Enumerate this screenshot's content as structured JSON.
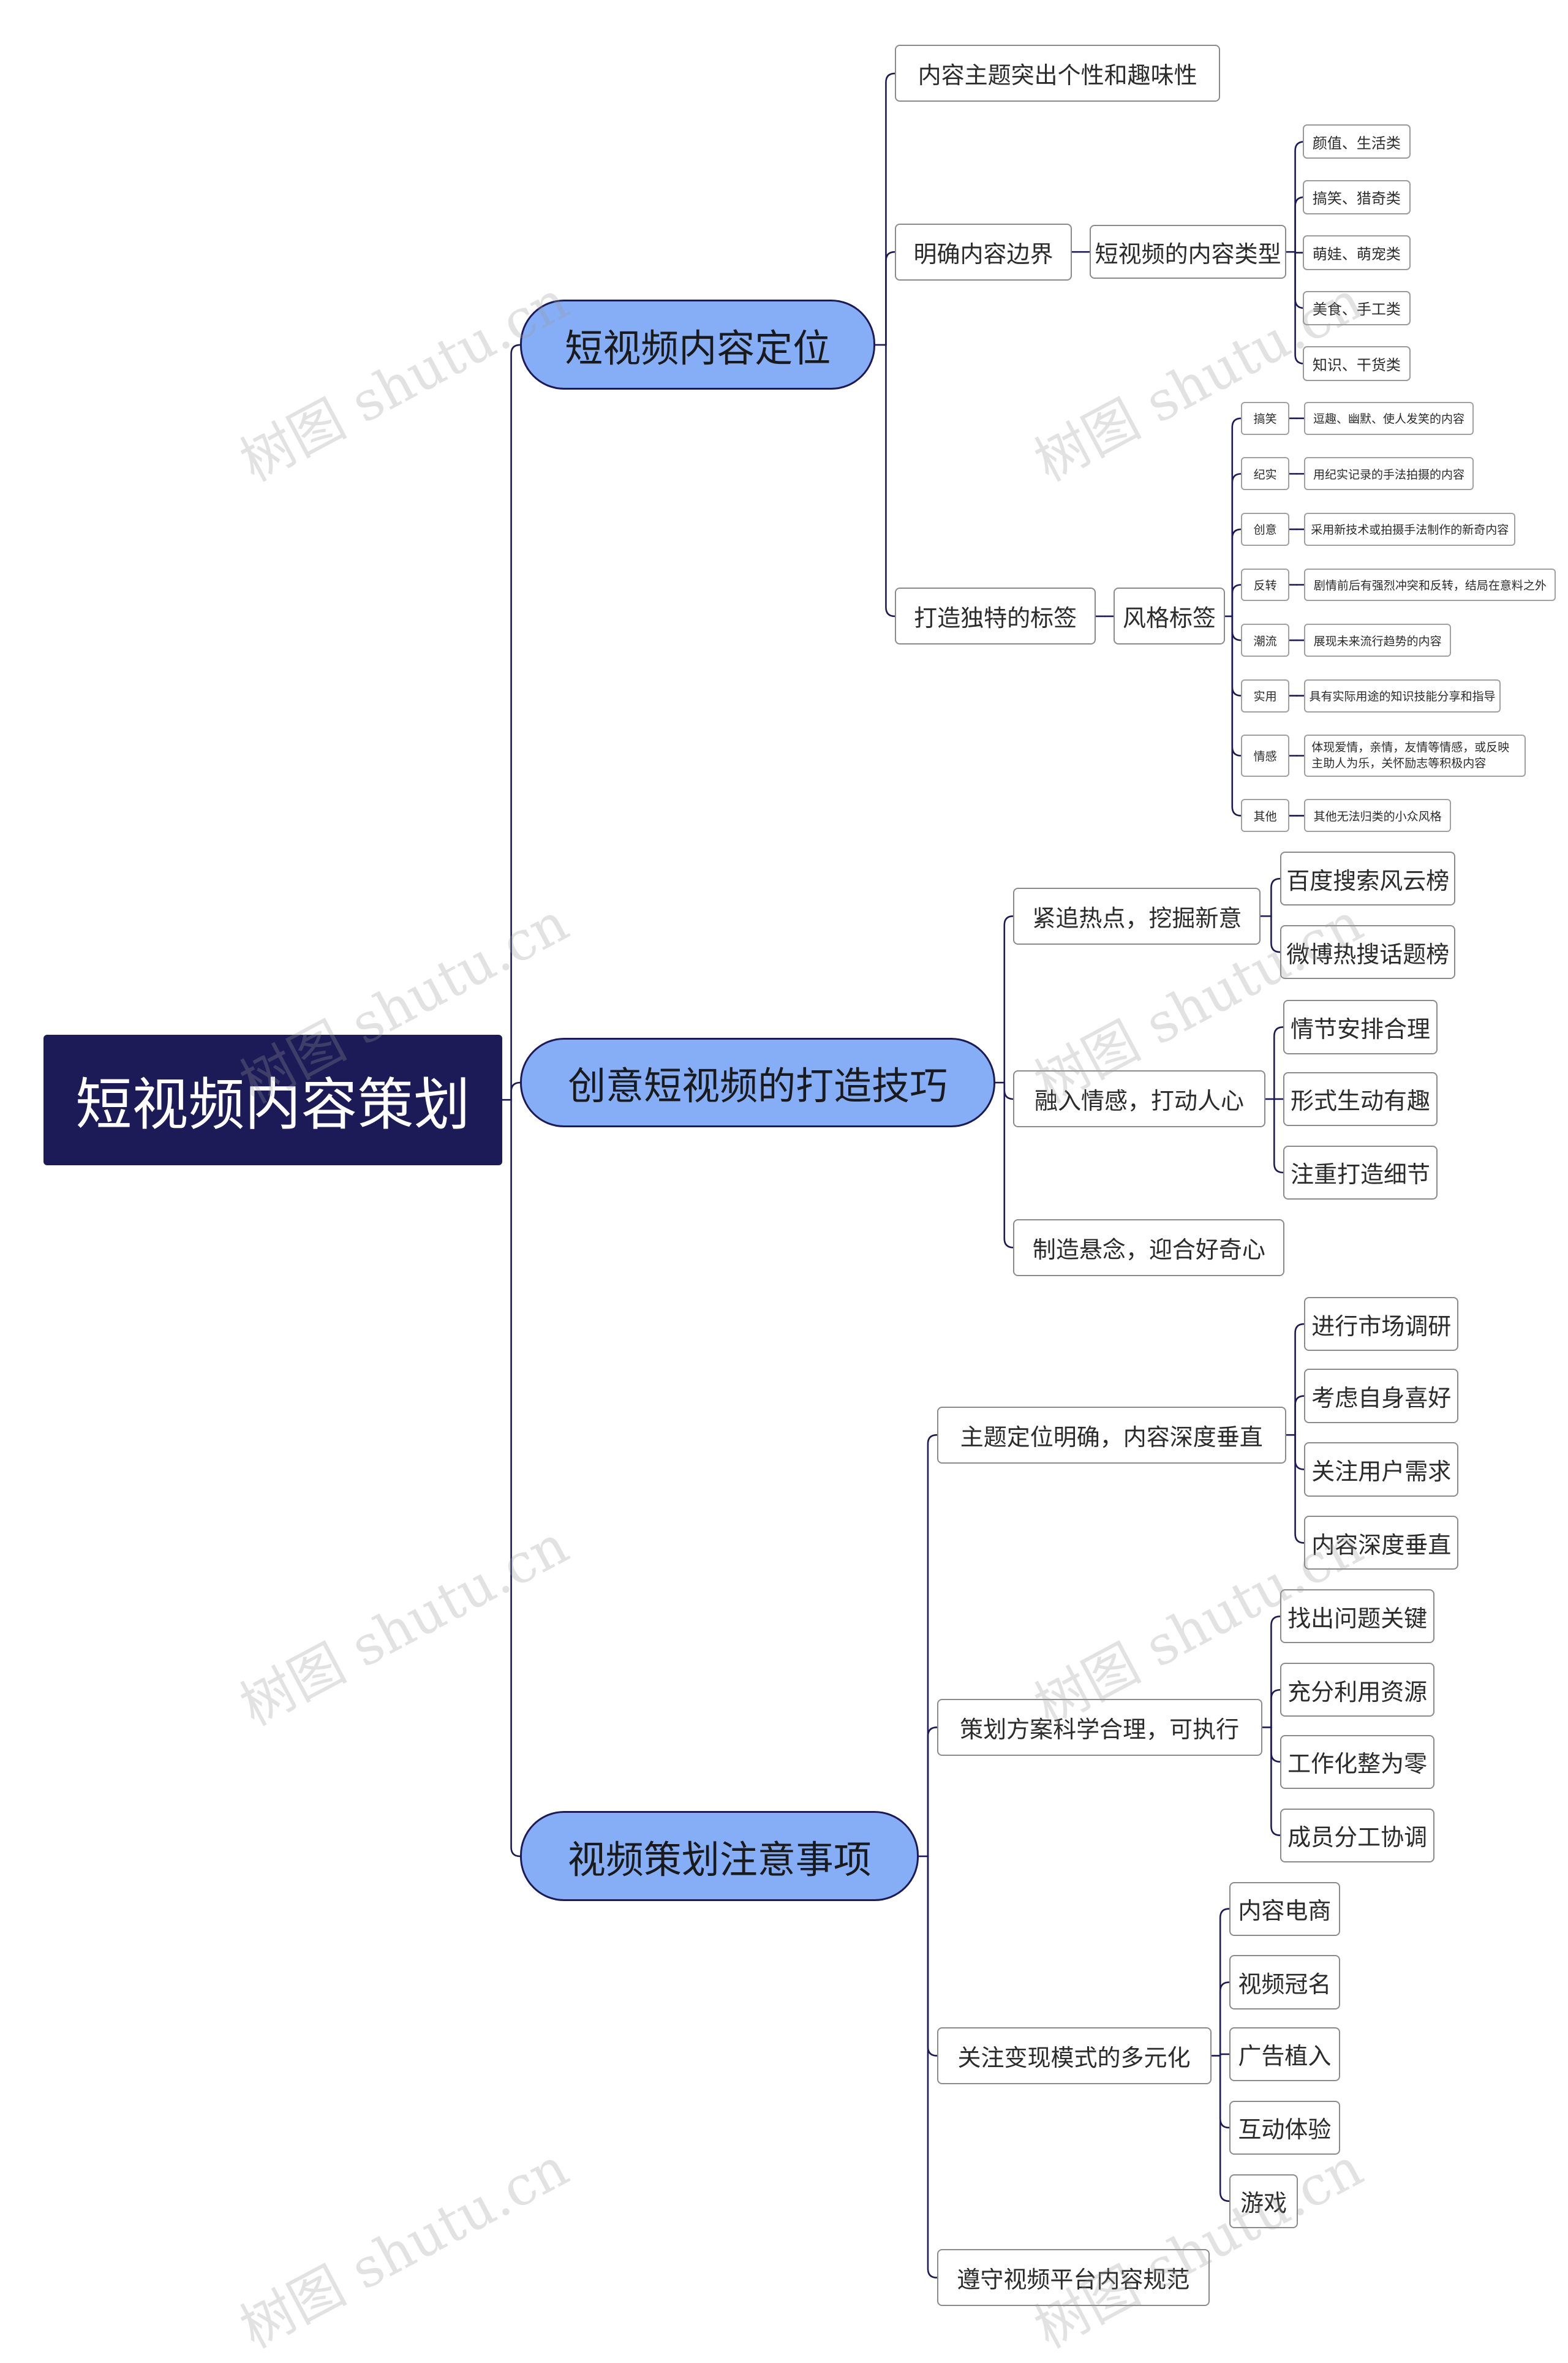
{
  "root": "短视频内容策划",
  "branches": [
    {
      "label": "短视频内容定位",
      "children": [
        {
          "label": "内容主题突出个性和趣味性"
        },
        {
          "label": "明确内容边界",
          "child": {
            "label": "短视频的内容类型",
            "items": [
              "颜值、生活类",
              "搞笑、猎奇类",
              "萌娃、萌宠类",
              "美食、手工类",
              "知识、干货类"
            ]
          }
        },
        {
          "label": "打造独特的标签",
          "child": {
            "label": "风格标签",
            "styles": [
              {
                "tag": "搞笑",
                "desc": "逗趣、幽默、使人发笑的内容"
              },
              {
                "tag": "纪实",
                "desc": "用纪实记录的手法拍摄的内容"
              },
              {
                "tag": "创意",
                "desc": "采用新技术或拍摄手法制作的新奇内容"
              },
              {
                "tag": "反转",
                "desc": "剧情前后有强烈冲突和反转，结局在意料之外"
              },
              {
                "tag": "潮流",
                "desc": "展现未来流行趋势的内容"
              },
              {
                "tag": "实用",
                "desc": "具有实际用途的知识技能分享和指导"
              },
              {
                "tag": "情感",
                "desc": "体现爱情，亲情，友情等情感，或反映主助人为乐，关怀励志等积极内容"
              },
              {
                "tag": "其他",
                "desc": "其他无法归类的小众风格"
              }
            ]
          }
        }
      ]
    },
    {
      "label": "创意短视频的打造技巧",
      "children": [
        {
          "label": "紧追热点，挖掘新意",
          "items": [
            "百度搜索风云榜",
            "微博热搜话题榜"
          ]
        },
        {
          "label": "融入情感，打动人心",
          "items": [
            "情节安排合理",
            "形式生动有趣",
            "注重打造细节"
          ]
        },
        {
          "label": "制造悬念，迎合好奇心"
        }
      ]
    },
    {
      "label": "视频策划注意事项",
      "children": [
        {
          "label": "主题定位明确，内容深度垂直",
          "items": [
            "进行市场调研",
            "考虑自身喜好",
            "关注用户需求",
            "内容深度垂直"
          ]
        },
        {
          "label": "策划方案科学合理，可执行",
          "items": [
            "找出问题关键",
            "充分利用资源",
            "工作化整为零",
            "成员分工协调"
          ]
        },
        {
          "label": "关注变现模式的多元化",
          "items": [
            "内容电商",
            "视频冠名",
            "广告植入",
            "互动体验",
            "游戏"
          ]
        },
        {
          "label": "遵守视频平台内容规范"
        }
      ]
    }
  ],
  "watermark": "树图 shutu.cn",
  "colors": {
    "root_bg": "#1c1a57",
    "main_bg": "#86aef7",
    "line": "#1c1a57",
    "box_border": "#8a8a8a"
  }
}
